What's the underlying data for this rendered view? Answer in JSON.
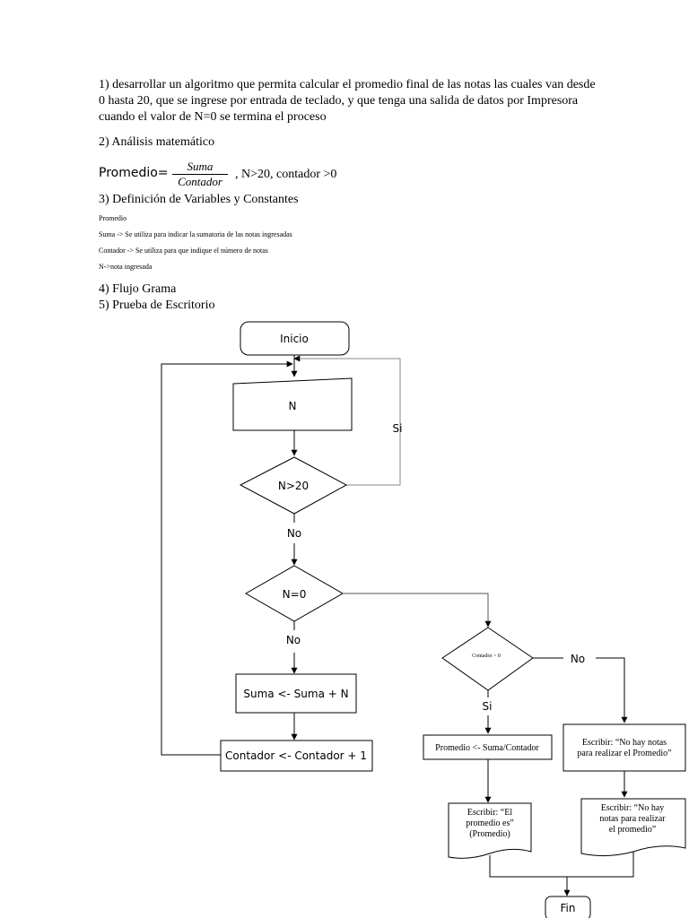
{
  "doc": {
    "p1": "1) desarrollar un algoritmo que permita calcular el promedio final de las notas las cuales van desde 0 hasta 20, que se ingrese por entrada de teclado, y que tenga una salida de datos por Impresora cuando el valor de  N=0 se termina el proceso",
    "h2": "2) Análisis matemático",
    "formula": {
      "label": "Promedio=",
      "numerator": "Suma",
      "denominator": "Contador",
      "conditions": ", N>20, contador >0"
    },
    "h3": "3) Definición de Variables y Constantes",
    "vars": [
      "Promedio",
      "Suma -> Se utiliza para indicar la sumatoria de las notas ingresadas",
      "Contador -> Se utiliza para que indique el número de notas",
      "N->nota ingresada"
    ],
    "h4": "4) Flujo Grama",
    "h5": "5) Prueba de Escritorio"
  },
  "flow": {
    "inicio": "Inicio",
    "input_n": "N",
    "cond_n20": "N>20",
    "si_label": "Si",
    "no_label_1": "No",
    "cond_n0": "N=0",
    "no_label_2": "No",
    "suma": "Suma <- Suma + N",
    "contador": "Contador <- Contador + 1",
    "cond_contador": "Contador > 0",
    "no_label_3": "No",
    "si_label_2": "Si",
    "promedio": "Promedio <- Suma/Contador",
    "no_notas_line1": "Escribir: “No hay notas",
    "no_notas_line2": "para realizar el Promedio”",
    "out1_line1": "Escribir: “El",
    "out1_line2": "promedio es”",
    "out1_line3": "(Promedio)",
    "out2_line1": "Escribir: “No hay",
    "out2_line2": "notas para realizar",
    "out2_line3": "el promedio”",
    "fin": "Fin"
  }
}
